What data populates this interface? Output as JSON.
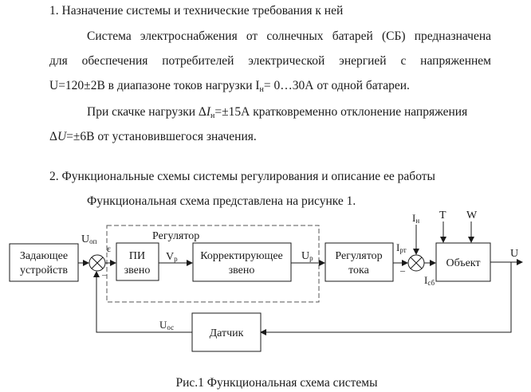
{
  "section1": {
    "heading": "1. Назначение системы и технические требования к ней",
    "para1": [
      "Система электроснабжения от солнечных батарей (СБ) предназначена",
      "для обеспечения потребителей электрической энергией с напряженнем",
      "U=120±2В в диапазоне токов нагрузки I",
      "н",
      "= 0…30А от одной батареи."
    ],
    "para2": {
      "line1_prefix": "При скачке нагрузки Δ",
      "line1_var": "I",
      "line1_sub": "н",
      "line1_suffix": "=±15А кратковременно отклонение напряжения",
      "line2_prefix": "Δ",
      "line2_var": "U",
      "line2_suffix": "=±6В от установившегося значения."
    }
  },
  "section2": {
    "heading": "2. Функциональные схемы системы регулирования и описание ее работы",
    "intro": "Функциональная схема представлена на рисунке 1."
  },
  "diagram": {
    "blocks": {
      "setpoint": [
        "Задающее",
        "устройств"
      ],
      "pi": [
        "ПИ",
        "звено"
      ],
      "corrective": [
        "Корректирующее",
        "звено"
      ],
      "current_regulator": [
        "Регулятор",
        "тока"
      ],
      "object": "Объект",
      "sensor": "Датчик"
    },
    "group_label": "Регулятор",
    "signals": {
      "u_op": {
        "main": "U",
        "sub": "оп"
      },
      "epsilon": "ε",
      "v_p": {
        "main": "V",
        "sub": "р"
      },
      "u_p": {
        "main": "U",
        "sub": "р"
      },
      "i_pt": {
        "main": "I",
        "sub": "рт"
      },
      "i_n": {
        "main": "I",
        "sub": "н"
      },
      "i_sb": {
        "main": "I",
        "sub": "сб"
      },
      "t": "T",
      "w": "W",
      "u": "U",
      "u_os": {
        "main": "U",
        "sub": "ос"
      },
      "minus1": "–",
      "minus2": "–"
    },
    "caption": "Рис.1 Функциональная схема системы"
  }
}
